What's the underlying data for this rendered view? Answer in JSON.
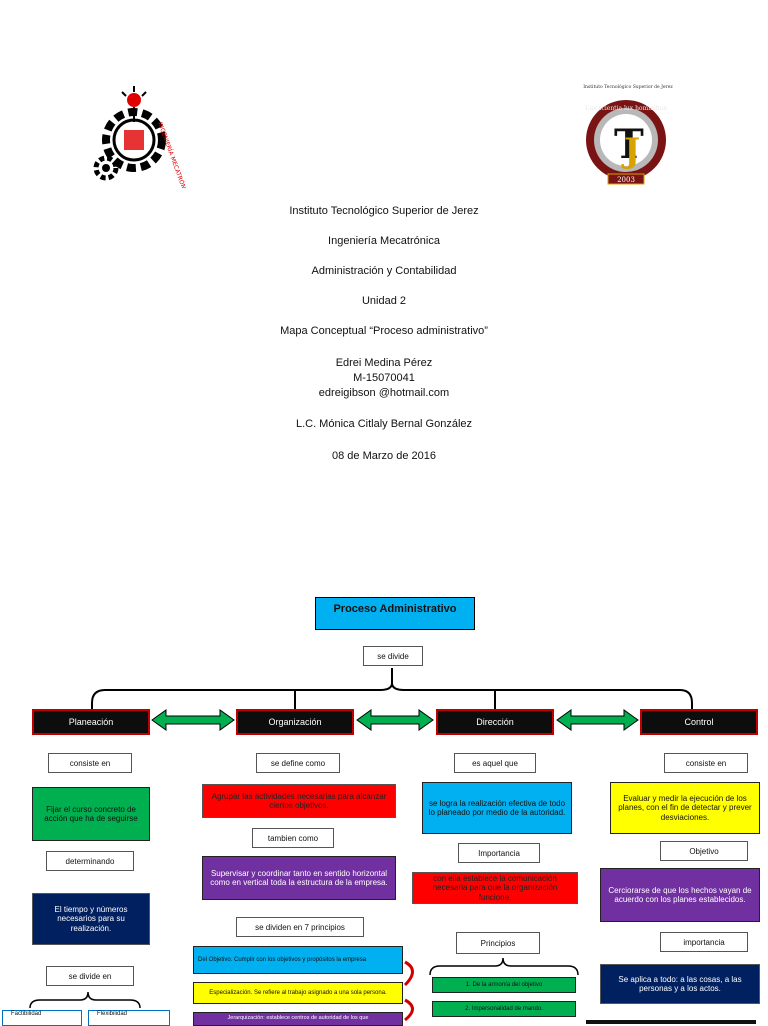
{
  "cover": {
    "lines": [
      "Instituto Tecnológico Superior de Jerez",
      "Ingeniería Mecatrónica",
      "Administración y Contabilidad",
      "Unidad 2",
      "Mapa Conceptual “Proceso administrativo”",
      "Edrei Medina Pérez",
      "M-15070041",
      "edreigibson @hotmail.com",
      "L.C. Mónica Citlaly Bernal González",
      "08 de Marzo de 2016"
    ],
    "logo_right_caption": "Instituto Tecnológico Superior de Jerez",
    "logo_right_year": "2003",
    "logo_right_motto": "Lux scientia lux hominibus",
    "logo_left_text": "INGENIERÍA MECATRÓNICA"
  },
  "map": {
    "root": "Proceso Administrativo",
    "root_link": "se divide",
    "phases": [
      {
        "title": "Planeación",
        "link": "consiste en",
        "desc": "Fijar el curso concreto de acción que ha de seguirse",
        "link2": "determinando",
        "desc2": "El tiempo y números necesarios para su realización.",
        "link3": "se divide en",
        "leaves": [
          "Factibilidad",
          "Flexibilidad"
        ]
      },
      {
        "title": "Organización",
        "link": "se define como",
        "desc": "Agrupar las actividades necesarias  para alcanzar ciertos objetivos.",
        "link2": "tambien como",
        "desc2": "Supervisar y coordinar tanto en sentido horizontal como en vertical toda la estructura de la empresa.",
        "link3": "se dividen en 7 principios",
        "principles": [
          "Del Objetivo. Cumplir con los objetivos y propósitos la empresa",
          "Especialización. Se refiere al trabajo asignado a una sola persona.",
          "Jerarquización: establece centros de autoridad de los que"
        ]
      },
      {
        "title": "Dirección",
        "link": "es aquel que",
        "desc": "se logra la realización efectiva de todo lo planeado  por medio de la autoridad.",
        "link2": "Importancia",
        "desc2": "con ella establece la comunicación necesaria para que la organización funcione.",
        "link3": "Principios",
        "principles": [
          "1. De la armonía del objetivo",
          "2. Impersonalidad de mando."
        ]
      },
      {
        "title": "Control",
        "link": "consiste en",
        "desc": "Evaluar y medir la ejecución de los planes, con el fin de detectar y prever desviaciones.",
        "link2": "Objetivo",
        "desc2": "Cerciorarse de que los hechos vayan de acuerdo con los planes establecidos.",
        "link3": "importancia",
        "desc3": "Se aplica a todo: a las cosas, a las personas y a los actos."
      }
    ]
  },
  "colors": {
    "root": "#00b0f0",
    "phase_bg": "#0d0d0d",
    "phase_border": "#c00000",
    "arrow": "#00b050",
    "red": "#ff0000",
    "green": "#00b050",
    "blue": "#00b0f0",
    "purple": "#7030a0",
    "navy": "#002060",
    "yellow": "#ffff00"
  }
}
